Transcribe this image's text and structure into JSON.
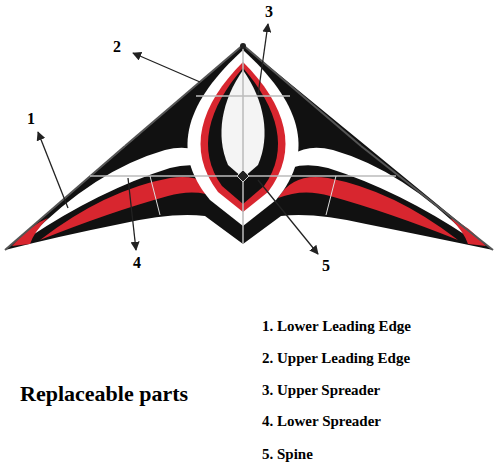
{
  "diagram": {
    "labels": [
      "1",
      "2",
      "3",
      "4",
      "5",
      "Replaceable parts",
      "1. Lower Leading Edge",
      "2. Upper Leading Edge",
      "3. Upper Spreader",
      "4. Lower Spreader",
      "5. Spine"
    ]
  }
}
